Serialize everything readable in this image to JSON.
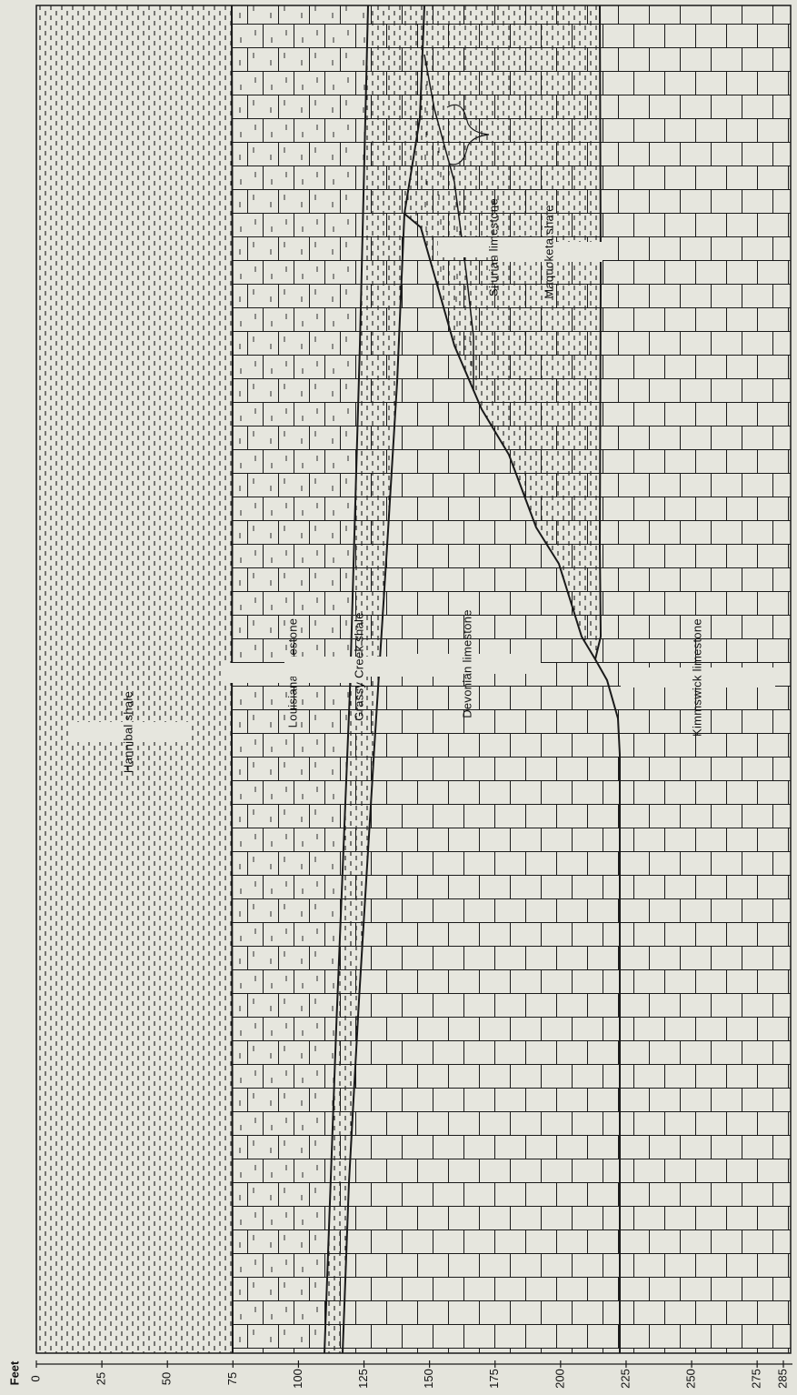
{
  "scale": {
    "title": "Feet",
    "ticks": [
      "0",
      "25",
      "50",
      "75",
      "100",
      "125",
      "150",
      "175",
      "200",
      "225",
      "250",
      "275",
      "285"
    ]
  },
  "units": {
    "hannibal": "Hannibal  shale",
    "louisiana": "Louisiana  limestone",
    "grassy_creek": "Grassy  Creek shale",
    "devonian": "Devonian  limestone",
    "silurian": "Silurian  limestone",
    "maquoketa": "Maquoketa  shale",
    "kimmswick": "Kimmswick  limestone"
  },
  "colors": {
    "background": "#e4e4dc",
    "ink": "#1a1a1a"
  }
}
